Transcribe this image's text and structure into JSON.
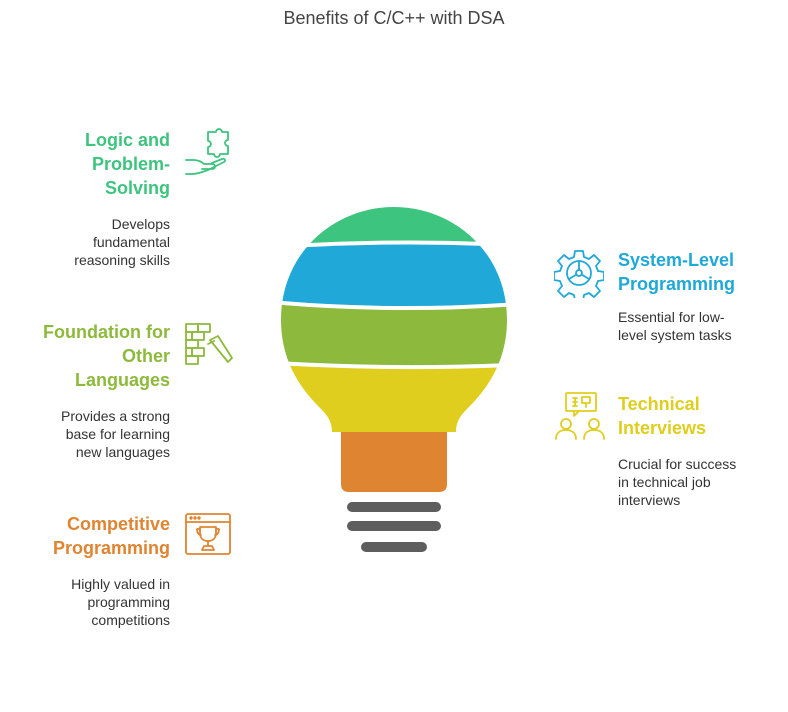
{
  "title": "Benefits of C/C++ with DSA",
  "colors": {
    "green": "#3dc47e",
    "blue": "#1fa8d8",
    "olive": "#8dba3c",
    "yellow": "#dfce1e",
    "orange": "#df8430",
    "base": "#5e5e5e"
  },
  "items": [
    {
      "title": "Logic and Problem-Solving",
      "title_lines": [
        "Logic and",
        "Problem-",
        "Solving"
      ],
      "desc_lines": [
        "Develops",
        "fundamental",
        "reasoning skills"
      ],
      "color": "#3dc47e",
      "icon": "puzzle-hand-icon"
    },
    {
      "title": "Foundation for Other Languages",
      "title_lines": [
        "Foundation for",
        "Other",
        "Languages"
      ],
      "desc_lines": [
        "Provides a strong",
        "base for learning",
        "new languages"
      ],
      "color": "#8dba3c",
      "icon": "bricks-trowel-icon"
    },
    {
      "title": "Competitive Programming",
      "title_lines": [
        "Competitive",
        "Programming"
      ],
      "desc_lines": [
        "Highly valued in",
        "programming",
        "competitions"
      ],
      "color": "#df8430",
      "icon": "trophy-window-icon"
    },
    {
      "title": "System-Level Programming",
      "title_lines": [
        "System-Level",
        "Programming"
      ],
      "desc_lines": [
        "Essential for low-",
        "level system tasks"
      ],
      "color": "#1fa8d8",
      "icon": "gear-icon"
    },
    {
      "title": "Technical Interviews",
      "title_lines": [
        "Technical",
        "Interviews"
      ],
      "desc_lines": [
        "Crucial for success",
        "in technical job",
        "interviews"
      ],
      "color": "#dfce1e",
      "icon": "interview-people-icon"
    }
  ]
}
